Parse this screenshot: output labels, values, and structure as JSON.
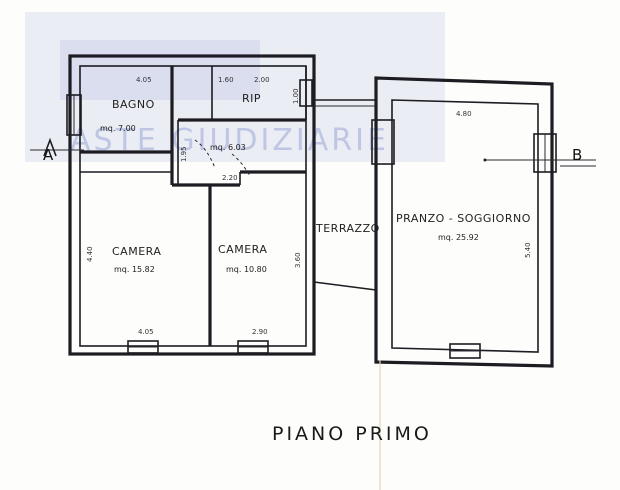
{
  "floor_title": "PIANO PRIMO",
  "watermark": "ASTE GIUDIZIARIE",
  "section_markers": {
    "left": "A",
    "right": "B"
  },
  "rooms": {
    "bagno": {
      "name": "BAGNO",
      "area": "mq. 7.00"
    },
    "rip": {
      "name": "RIP",
      "area": ""
    },
    "disimpegno": {
      "name": "",
      "area": "mq. 6.03"
    },
    "camera_1": {
      "name": "CAMERA",
      "area": "mq. 15.82"
    },
    "camera_2": {
      "name": "CAMERA",
      "area": "mq. 10.80"
    },
    "terrazzo": {
      "name": "TERRAZZO",
      "area": ""
    },
    "pranzo": {
      "name": "PRANZO - SOGGIORNO",
      "area": "mq. 25.92"
    }
  },
  "dimensions": {
    "bagno_width": "4.05",
    "rip_width_a": "1.60",
    "rip_width_b": "2.00",
    "rip_height": "1.00",
    "disimpegno_height": "1.95",
    "disimpegno_width": "2.20",
    "camera_1_height": "4.40",
    "camera_1_width": "4.05",
    "camera_2_height": "3.60",
    "camera_2_width": "2.90",
    "pranzo_width": "4.80",
    "pranzo_height": "5.40"
  }
}
